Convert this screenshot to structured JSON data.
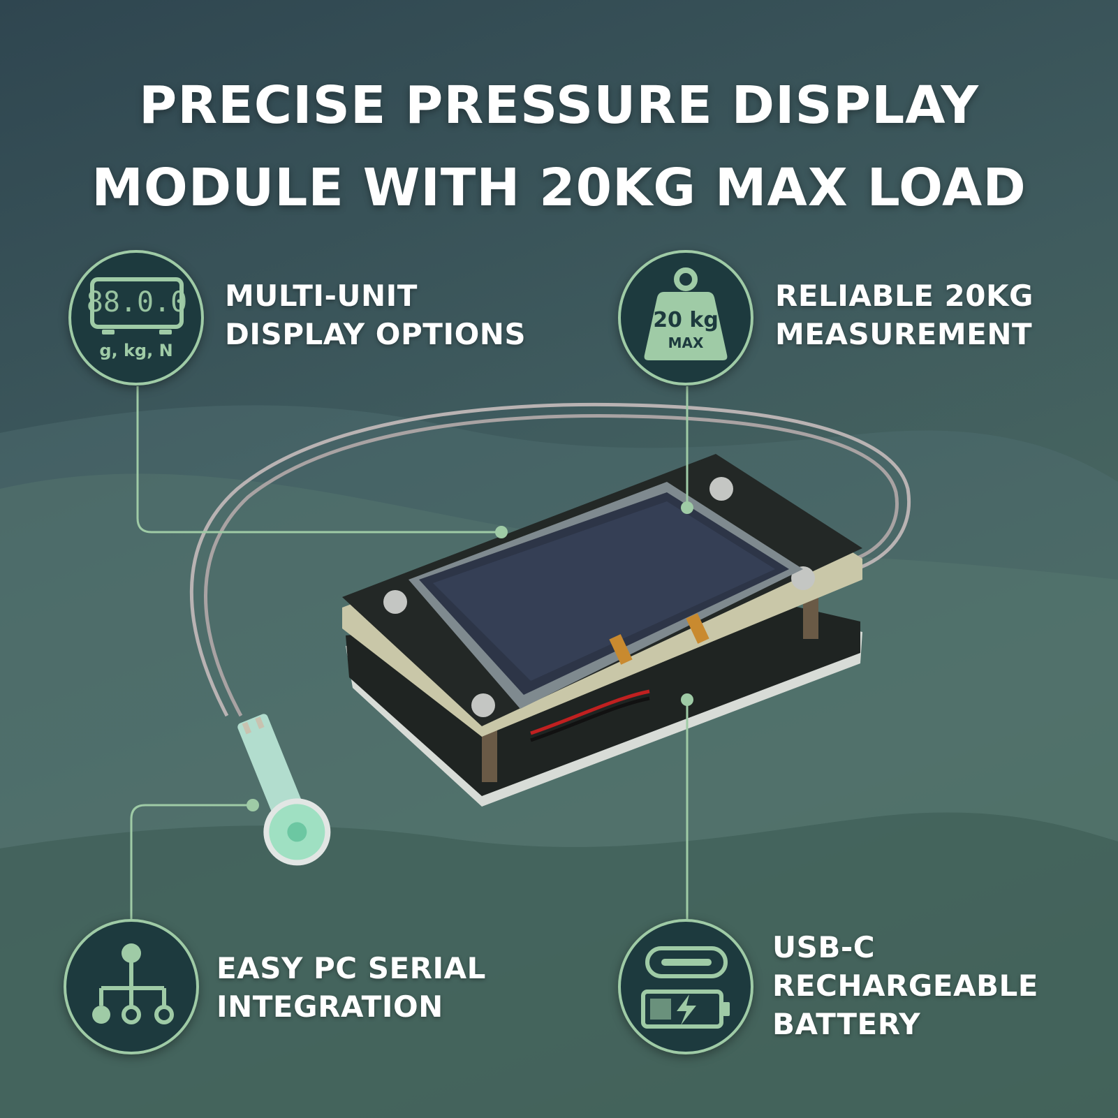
{
  "title": {
    "line1": "PRECISE PRESSURE DISPLAY",
    "line2": "MODULE WITH 20KG MAX LOAD"
  },
  "features": {
    "multi_unit": {
      "line1": "MULTI-UNIT",
      "line2": "DISPLAY OPTIONS",
      "icon": "lcd-scale-icon",
      "icon_digits": "88.0.0",
      "icon_units": "g, kg, N"
    },
    "max_load": {
      "line1": "RELIABLE 20KG",
      "line2": "MEASUREMENT",
      "icon": "weight-icon",
      "icon_value": "20 kg",
      "icon_max": "MAX"
    },
    "serial": {
      "line1": "EASY PC SERIAL",
      "line2": "INTEGRATION",
      "icon": "network-tree-icon"
    },
    "battery": {
      "line1": "USB-C",
      "line2": "RECHARGEABLE",
      "line3": "BATTERY",
      "icon": "usb-c-battery-icon"
    }
  },
  "colors": {
    "accent": "#9fcba6",
    "circle_fill": "#1d3a3e",
    "text": "#ffffff"
  }
}
